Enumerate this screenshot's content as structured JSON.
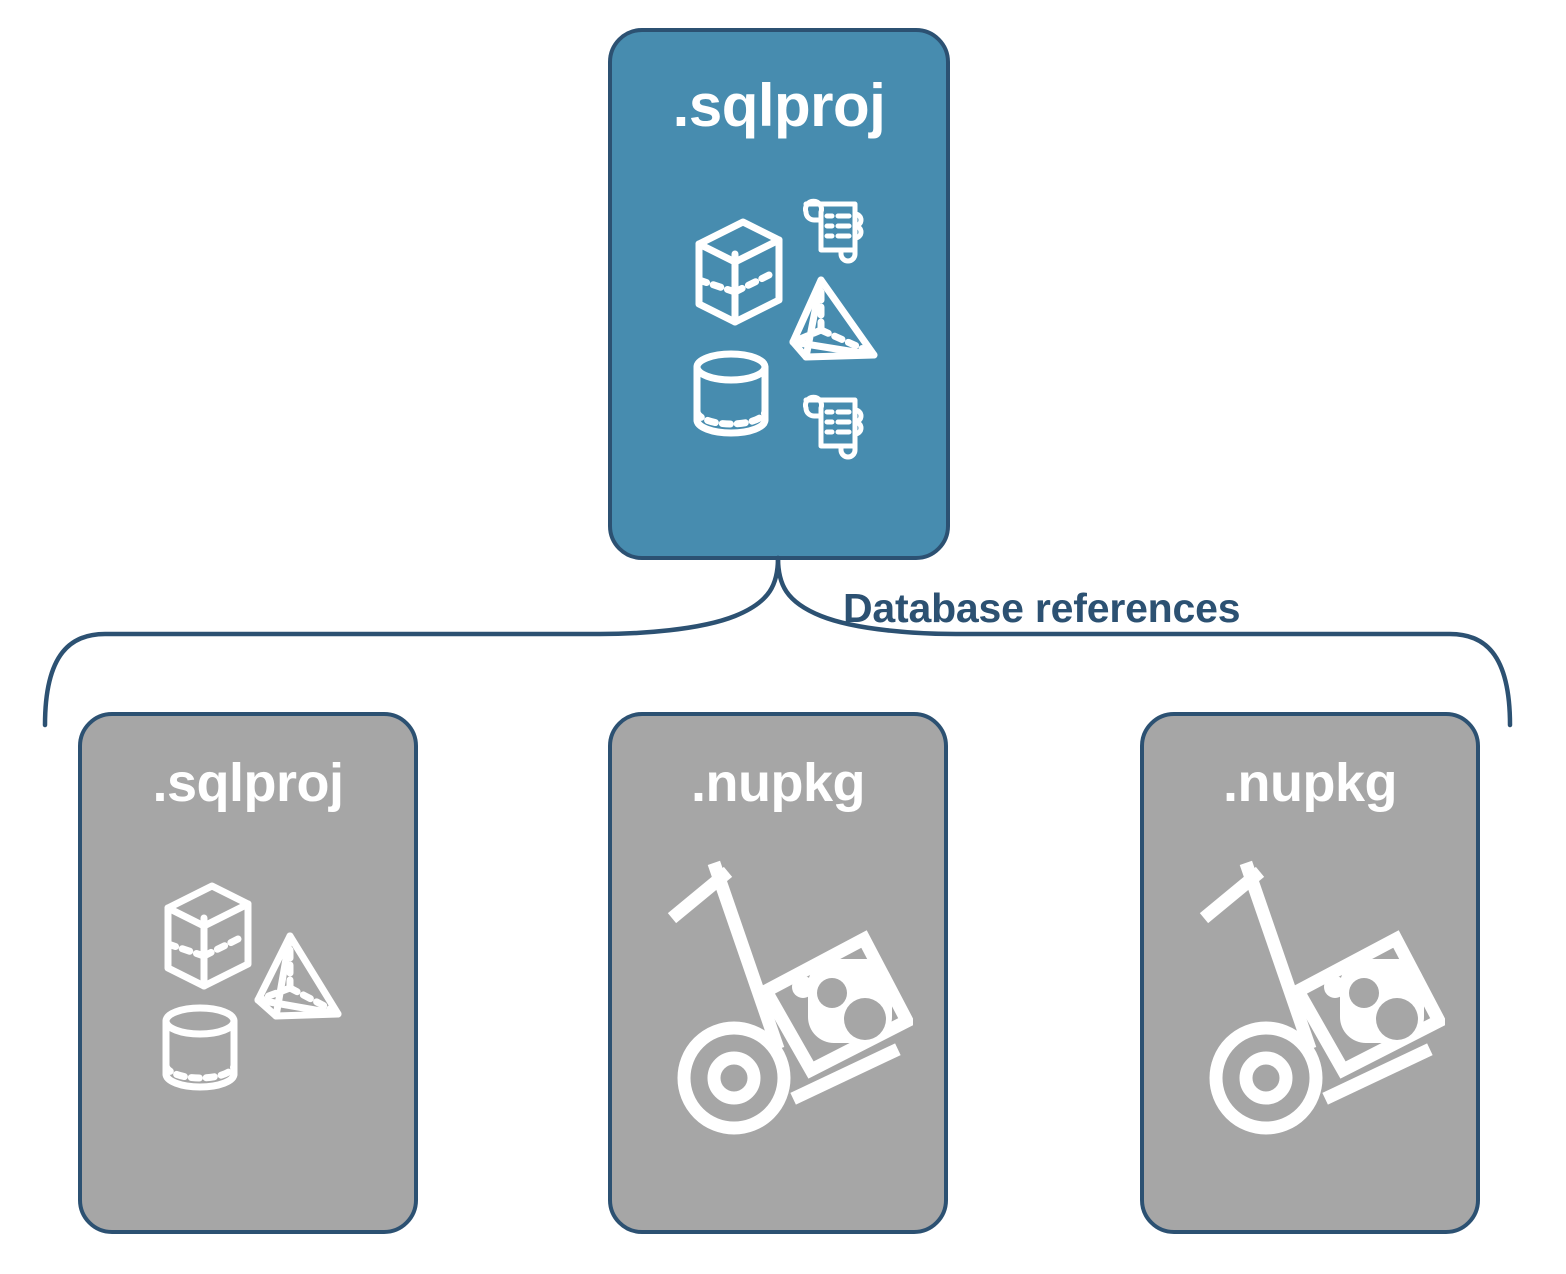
{
  "diagram": {
    "title": "Database references",
    "colors": {
      "primary_fill": "#478caf",
      "secondary_fill": "#a6a6a6",
      "outline": "#2c5172",
      "label_text": "#2c5172",
      "card_text": "#ffffff",
      "background": "#ffffff"
    }
  },
  "connector": {
    "label": "Database references",
    "style": "curly-brace",
    "from": "card-top",
    "to": [
      "card-sqlproj",
      "card-nupkg-1",
      "card-nupkg-2"
    ]
  },
  "cards": [
    {
      "id": "card-top",
      "label": ".sqlproj",
      "variant": "primary",
      "icons": [
        "cube-icon",
        "pyramid-icon",
        "cylinder-icon",
        "scroll-icon",
        "scroll-icon"
      ]
    },
    {
      "id": "card-sqlproj",
      "label": ".sqlproj",
      "variant": "secondary",
      "icons": [
        "cube-icon",
        "pyramid-icon",
        "cylinder-icon"
      ]
    },
    {
      "id": "card-nupkg-1",
      "label": ".nupkg",
      "variant": "secondary",
      "icons": [
        "nuget-hand-truck-icon"
      ]
    },
    {
      "id": "card-nupkg-2",
      "label": ".nupkg",
      "variant": "secondary",
      "icons": [
        "nuget-hand-truck-icon"
      ]
    }
  ]
}
